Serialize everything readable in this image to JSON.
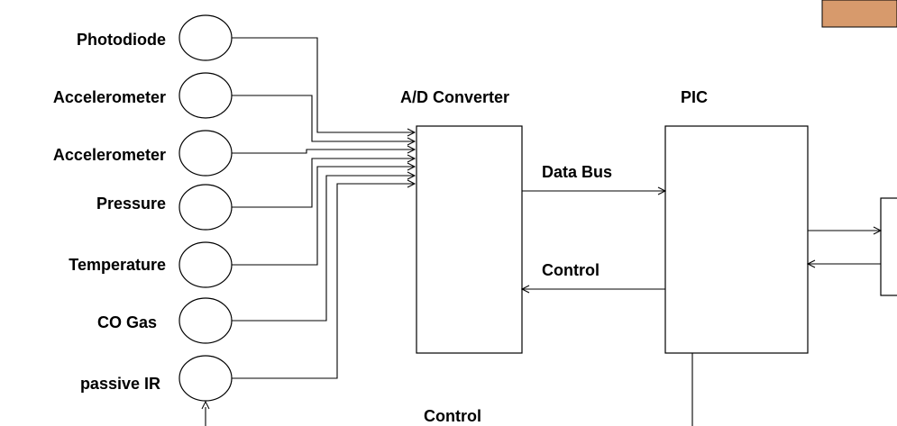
{
  "sensors": [
    {
      "label": "Photodiode"
    },
    {
      "label": "Accelerometer"
    },
    {
      "label": "Accelerometer"
    },
    {
      "label": "Pressure"
    },
    {
      "label": "Temperature"
    },
    {
      "label": "CO Gas"
    },
    {
      "label": "passive IR"
    }
  ],
  "blocks": {
    "adc": {
      "title": "A/D Converter"
    },
    "pic": {
      "title": "PIC"
    }
  },
  "connections": {
    "data_bus": "Data Bus",
    "control_right": "Control",
    "control_bottom": "Control"
  },
  "colors": {
    "stroke": "#000000",
    "corner_patch": "#d79a6c"
  }
}
